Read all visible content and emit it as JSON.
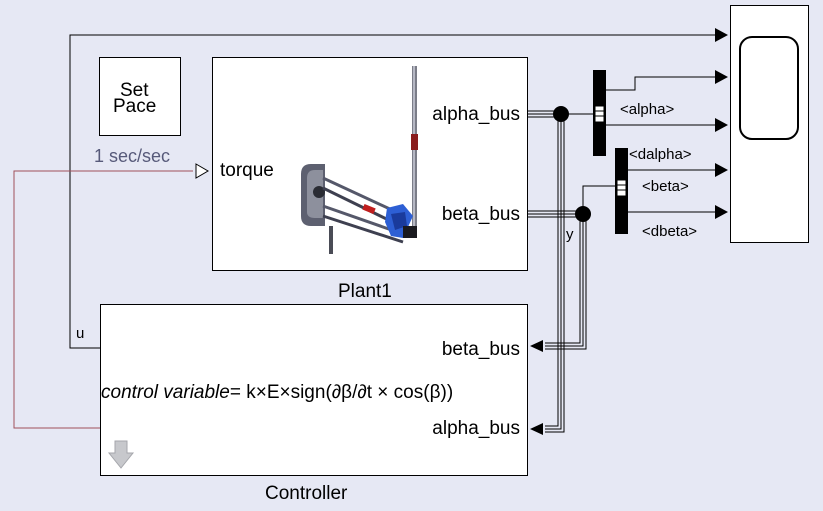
{
  "colors": {
    "background": "#e6e8f4",
    "block_fill": "#ffffff",
    "line": "#000000",
    "feedback_line": "#a0505a",
    "muted_text": "#575a7a"
  },
  "set_pace": {
    "title_line1": "Set",
    "title_line2": "Pace",
    "rate": "1 sec/sec"
  },
  "plant": {
    "name": "Plant1",
    "input_torque": "torque",
    "output_alpha": "alpha_bus",
    "output_beta": "beta_bus",
    "icon": "pendulum-mechanism-icon"
  },
  "selectors": {
    "alpha": "<alpha>",
    "dalpha": "<dalpha>",
    "beta": "<beta>",
    "dbeta": "<dbeta>"
  },
  "scope": {
    "icon": "scope-display-icon"
  },
  "signals": {
    "y": "y",
    "u": "u"
  },
  "controller": {
    "name": "Controller",
    "input_beta": "beta_bus",
    "input_alpha": "alpha_bus",
    "equation_italic": "control variable",
    "equation_rest": "=  k×E×sign(∂β/∂t × cos(β))",
    "icon": "grey-arrow-down-icon"
  }
}
